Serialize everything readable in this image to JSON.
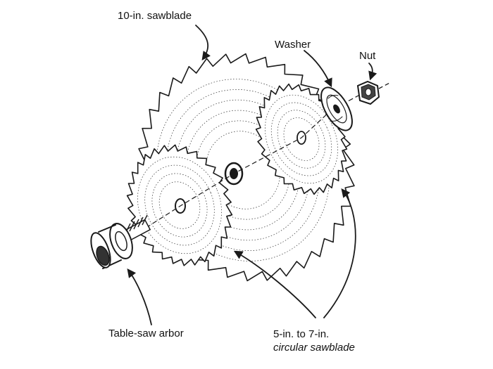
{
  "labels": {
    "sawblade_10in": "10-in. sawblade",
    "washer": "Washer",
    "nut": "Nut",
    "table_saw_arbor": "Table-saw arbor",
    "circular_line1": "5-in. to 7-in.",
    "circular_line2": "circular sawblade"
  },
  "icons": [
    "large-sawblade-icon",
    "small-front-sawblade-icon",
    "small-rear-sawblade-icon",
    "washer-icon",
    "nut-icon",
    "arbor-icon"
  ],
  "colors": {
    "ink": "#1a1a1a",
    "paper": "#ffffff"
  }
}
